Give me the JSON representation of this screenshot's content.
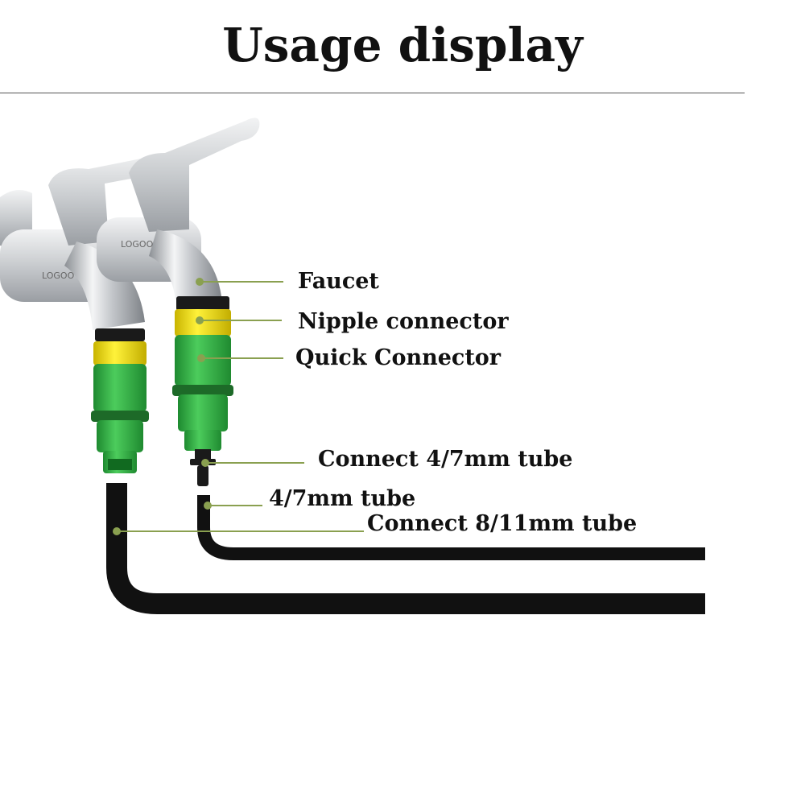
{
  "title": "Usage display",
  "brand_mark": "LOGOO",
  "labels": {
    "faucet": "Faucet",
    "nipple_connector": "Nipple connector",
    "quick_connector": "Quick Connector",
    "connect_47_tube": "Connect 4/7mm tube",
    "tube_47": "4/7mm tube",
    "connect_811_tube": "Connect 8/11mm tube"
  },
  "colors": {
    "leader": "#8aa050",
    "connector_green": "#33b34a",
    "connector_yellow": "#f2e21e",
    "tube": "#111111",
    "chrome": "#c9ccd0"
  }
}
